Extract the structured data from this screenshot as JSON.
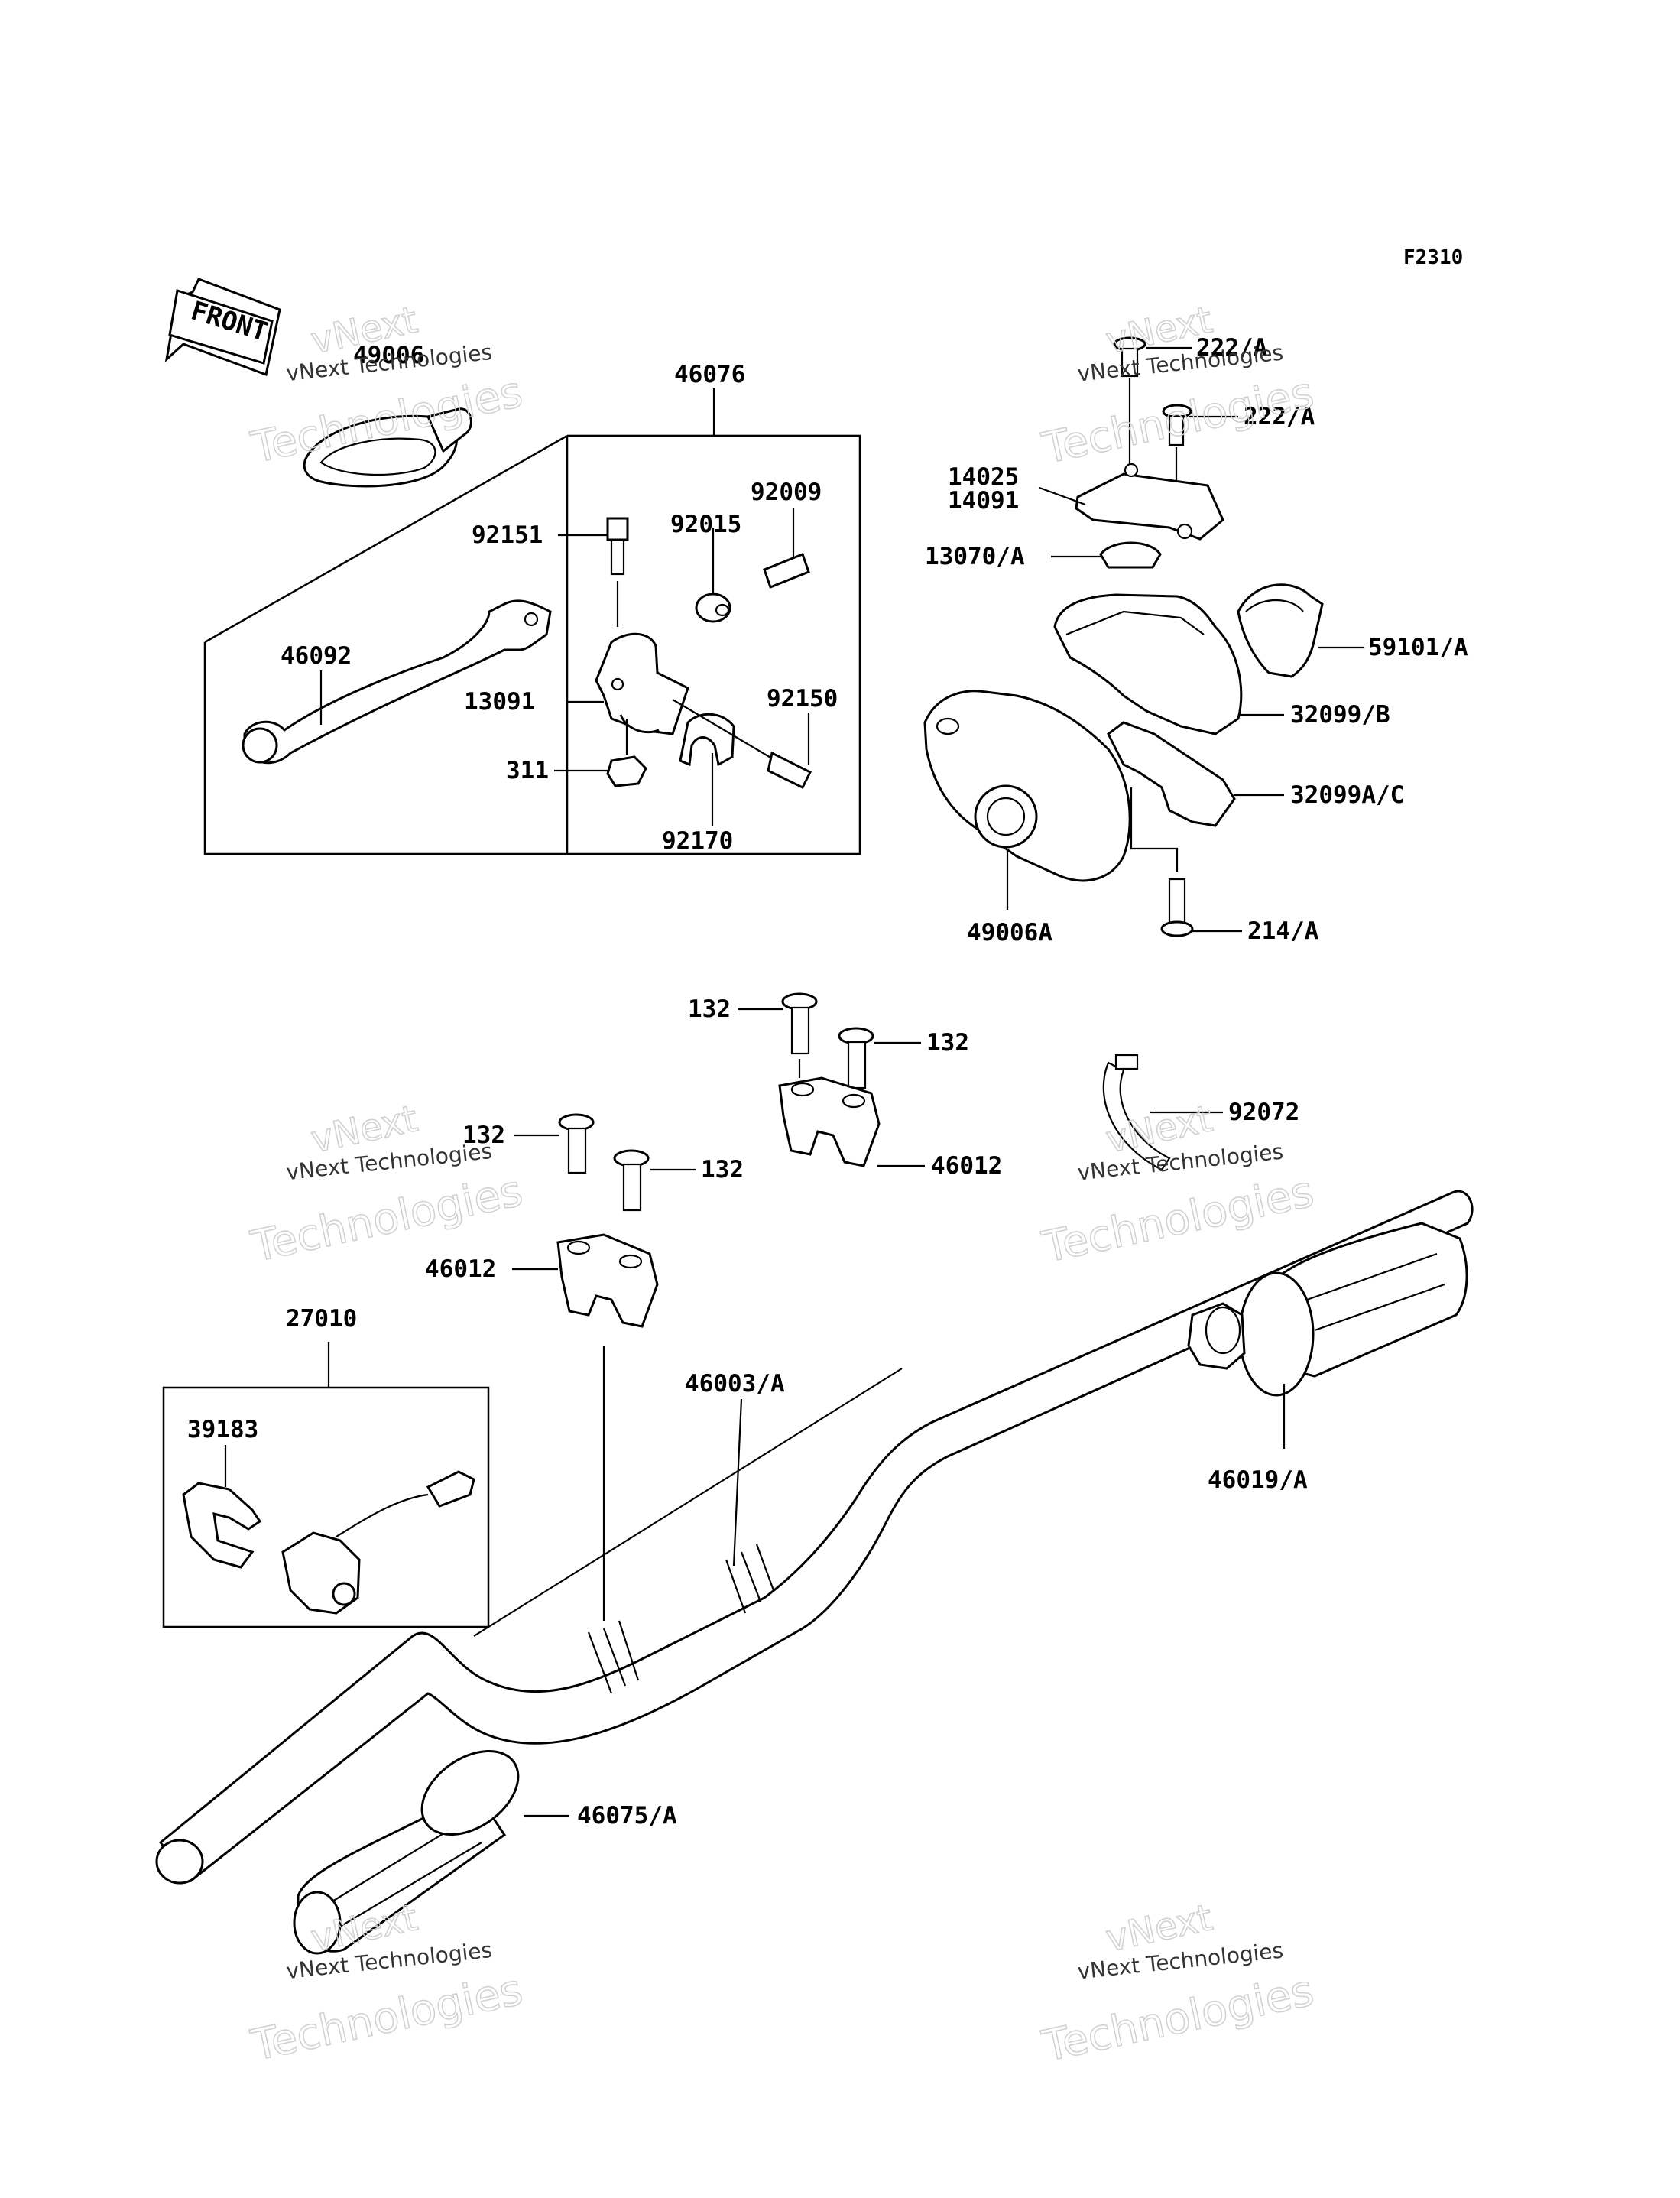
{
  "figure_code": "F2310",
  "front_label": "FRONT",
  "watermark": {
    "line1": "vNext",
    "line2": "vNext Technologies",
    "line3": "Technologies"
  },
  "labels": {
    "l46076": "46076",
    "l49006": "49006",
    "l92009": "92009",
    "l92015": "92015",
    "l92151": "92151",
    "l46092": "46092",
    "l13091": "13091",
    "l92150": "92150",
    "l311": "311",
    "l92170": "92170",
    "l222a_1": "222/A",
    "l222a_2": "222/A",
    "l14025": "14025",
    "l14091": "14091",
    "l13070a": "13070/A",
    "l59101a": "59101/A",
    "l32099b": "32099/B",
    "l32099ac": "32099A/C",
    "l49006a": "49006A",
    "l214a": "214/A",
    "l132_1": "132",
    "l132_2": "132",
    "l132_3": "132",
    "l132_4": "132",
    "l46012_1": "46012",
    "l46012_2": "46012",
    "l92072": "92072",
    "l27010": "27010",
    "l39183": "39183",
    "l46003a": "46003/A",
    "l46019a": "46019/A",
    "l46075a": "46075/A"
  }
}
